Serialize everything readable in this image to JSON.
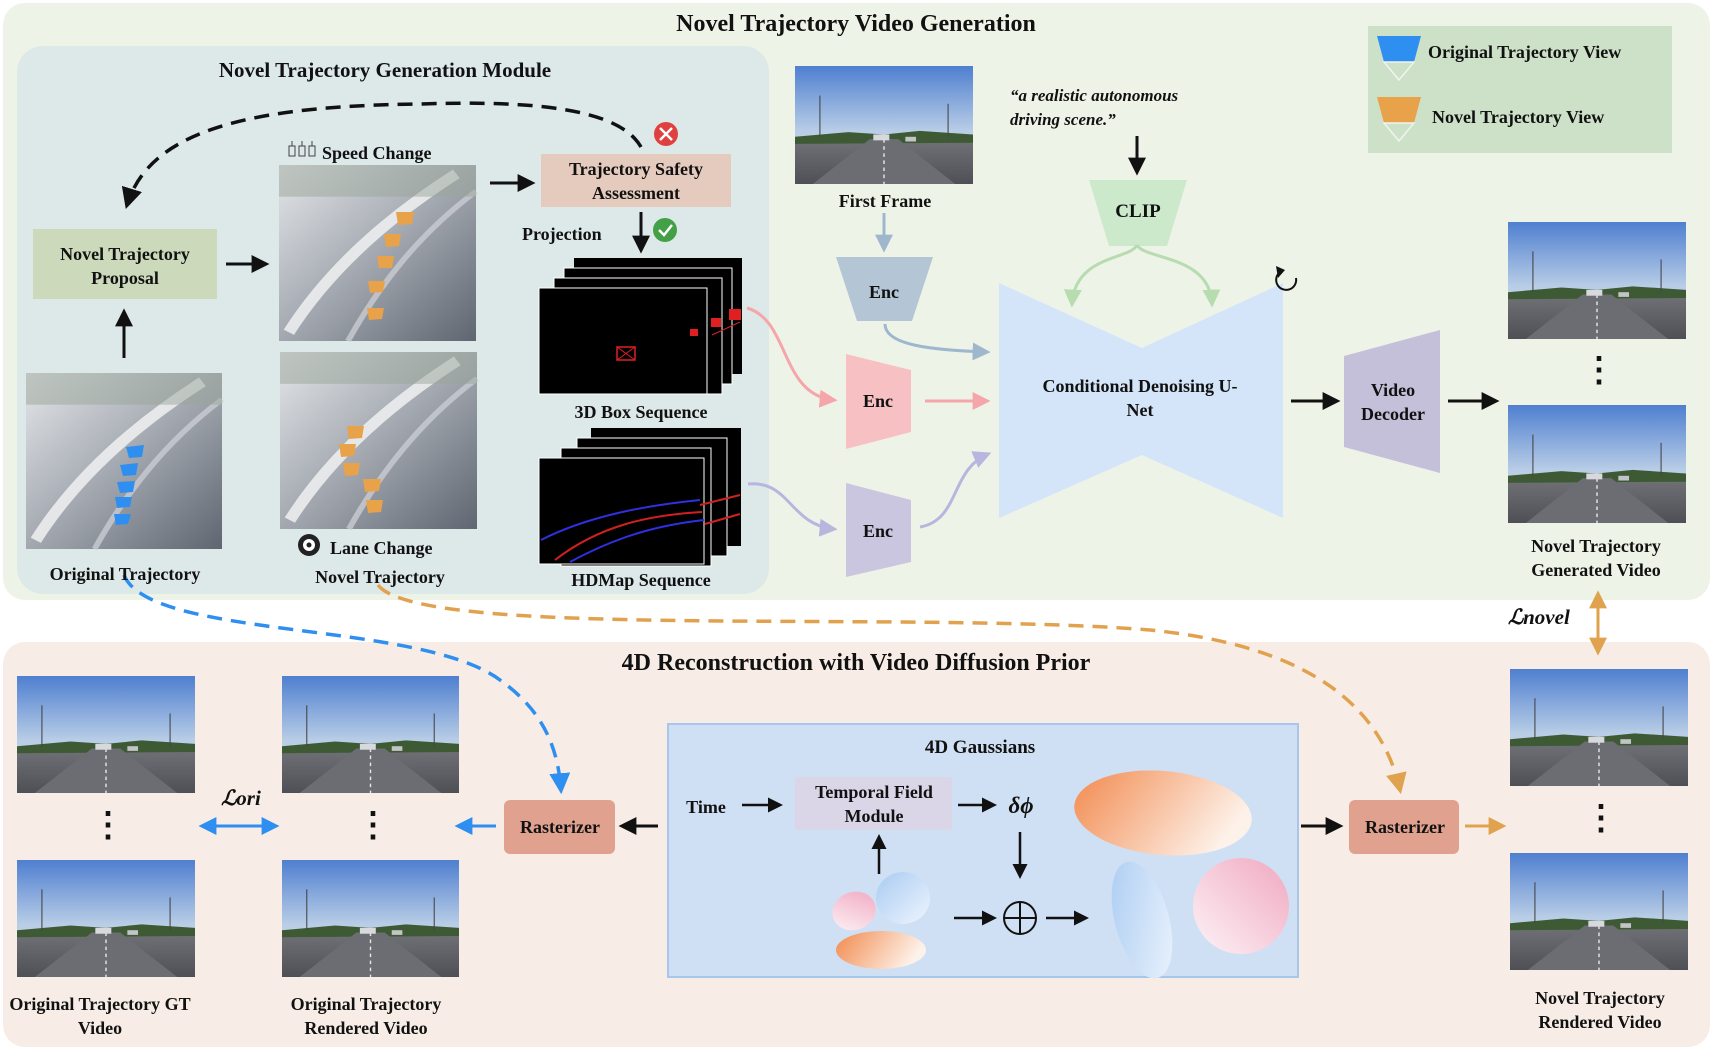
{
  "top_section": {
    "title": "Novel Trajectory Video Generation",
    "module_title": "Novel Trajectory Generation Module",
    "legend": {
      "original": "Original Trajectory View",
      "novel": "Novel Trajectory View",
      "original_color": "#2f8ff0",
      "novel_color": "#e8a24a"
    },
    "speed_change": "Speed Change",
    "lane_change": "Lane Change",
    "safety_box": "Trajectory Safety Assessment",
    "projection": "Projection",
    "proposal_box": "Novel Trajectory Proposal",
    "original_trajectory": "Original Trajectory",
    "novel_trajectory": "Novel Trajectory",
    "box_sequence": "3D Box Sequence",
    "hdmap_sequence": "HDMap Sequence",
    "first_frame": "First Frame",
    "prompt": "“a realistic autonomous driving scene.”",
    "clip": "CLIP",
    "enc": "Enc",
    "unet": "Conditional Denoising U-Net",
    "decoder": "Video Decoder",
    "generated_video": "Novel Trajectory Generated Video",
    "loss_novel": "ℒnovel"
  },
  "bottom_section": {
    "title": "4D Reconstruction with Video Diffusion Prior",
    "loss_ori": "ℒori",
    "gt_video": "Original Trajectory GT Video",
    "rendered_video": "Original Trajectory Rendered Video",
    "rasterizer": "Rasterizer",
    "gaussians_title": "4D Gaussians",
    "time": "Time",
    "temporal_field": "Temporal Field Module",
    "delta": "δϕ",
    "novel_rendered": "Novel Trajectory Rendered Video",
    "dots": "⋮"
  },
  "colors": {
    "top_bg": "#eef3e8",
    "bottom_bg": "#f7ede6",
    "module_bg": "#dde8e8",
    "proposal": "#ccdabb",
    "safety": "#e5cbbd",
    "rasterizer": "#e0a28e",
    "gaussian_panel": "#cfe0f4",
    "unet": "#d4e5f9",
    "clip": "#cce9cb",
    "enc_gray": "#b4c6d5",
    "enc_pink": "#f7c1c3",
    "enc_purple": "#cbc6e0",
    "decoder": "#c4c0d9",
    "temporal": "#dbd5e8"
  }
}
